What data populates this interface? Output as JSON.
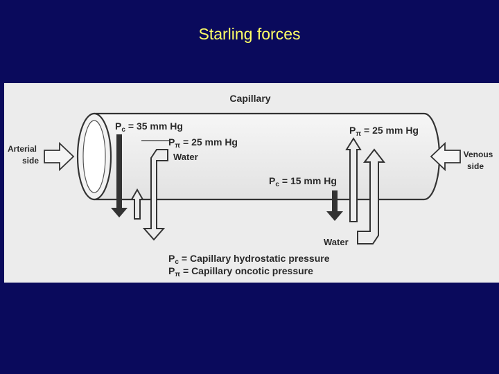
{
  "title": "Starling forces",
  "diagram": {
    "capillary_label": "Capillary",
    "arterial_side": [
      "Arterial",
      "side"
    ],
    "venous_side": [
      "Venous",
      "side"
    ],
    "left_pc": "= 35 mm Hg",
    "left_ppi": "= 25 mm Hg",
    "left_water": "Water",
    "right_pc": "= 15 mm Hg",
    "right_ppi": "= 25 mm Hg",
    "right_water": "Water",
    "legend_pc": "= Capillary hydrostatic pressure",
    "legend_ppi": "= Capillary oncotic pressure",
    "sym_p": "P",
    "sub_c": "c",
    "sub_pi": "π"
  },
  "colors": {
    "background": "#0a0a5c",
    "title": "#ffff66",
    "panel": "#ececec",
    "ink": "#2a2a2a"
  }
}
